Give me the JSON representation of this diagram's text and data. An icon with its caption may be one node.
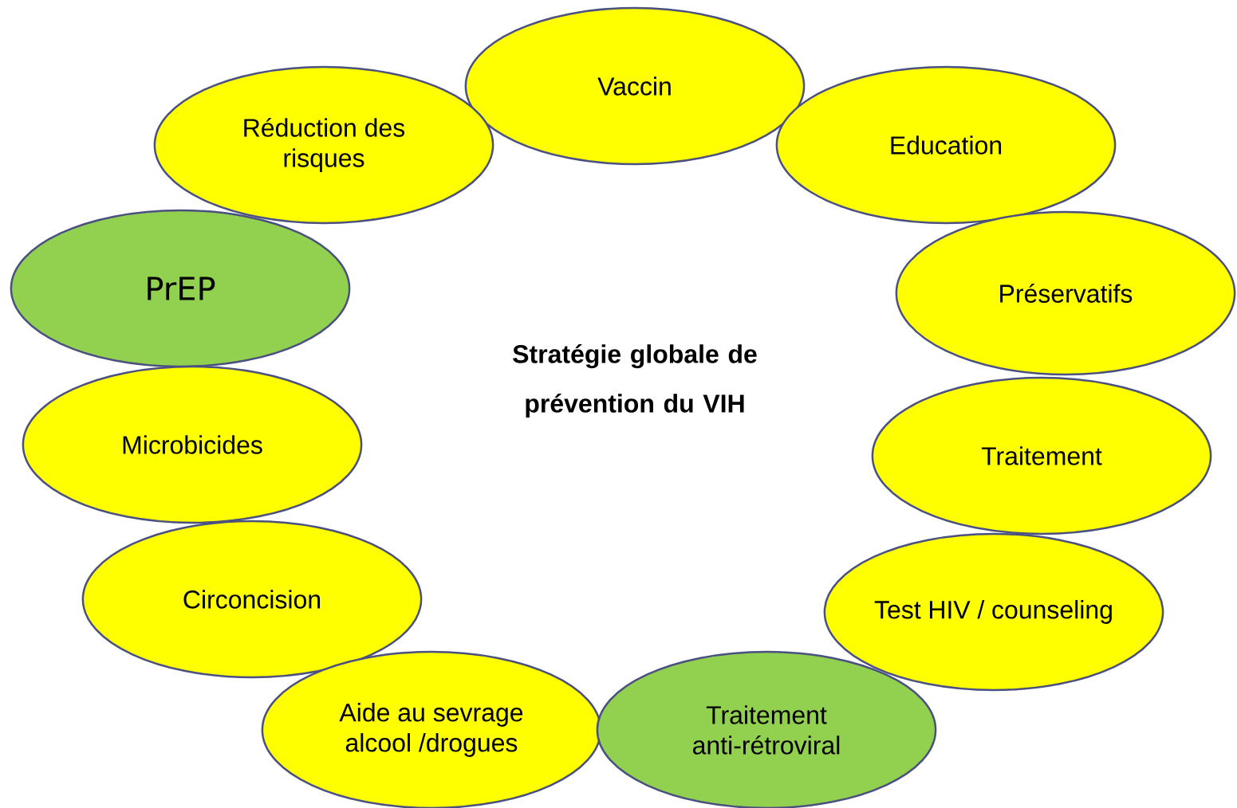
{
  "diagram": {
    "title": "Stratégie globale de prévention du VIH",
    "nodes": [
      {
        "text": [
          "Vaccin"
        ]
      },
      {
        "text": [
          "Réduction des risques"
        ]
      },
      {
        "text": [
          "Education"
        ]
      },
      {
        "text": [
          "PrEP"
        ]
      },
      {
        "text": [
          "Préservatifs"
        ]
      },
      {
        "text": [
          "Microbicides"
        ]
      },
      {
        "text": [
          "Traitement"
        ]
      },
      {
        "text": [
          "Circoncision"
        ]
      },
      {
        "text": [
          "Test HIV / counseling"
        ]
      },
      {
        "text": [
          "Aide au sevrage alcool /drogues"
        ]
      },
      {
        "text": [
          "Traitement anti-rétroviral"
        ]
      }
    ]
  }
}
